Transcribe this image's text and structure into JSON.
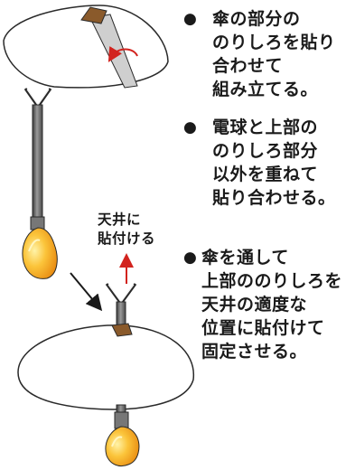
{
  "steps": [
    {
      "bullet": "●",
      "text": "傘の部分の\nのりしろを貼り\n合わせて\n組み立てる。"
    },
    {
      "bullet": "●",
      "text": "電球と上部の\nのりしろ部分\n以外を重ねて\n貼り合わせる。"
    },
    {
      "bullet": "●",
      "text": "傘を通して\n上部ののりしろを\n天井の適度な\n位置に貼付けて\n固定させる。"
    }
  ],
  "label_ceiling": "天井に\n貼付ける",
  "colors": {
    "bulb_yellow": "#f6a21a",
    "bulb_highlight": "#fde27a",
    "arrow_red": "#d2231e",
    "tab_brown": "#8a5a2b",
    "rod_gray": "#5e5e5e",
    "outline": "#2a2a2a"
  }
}
